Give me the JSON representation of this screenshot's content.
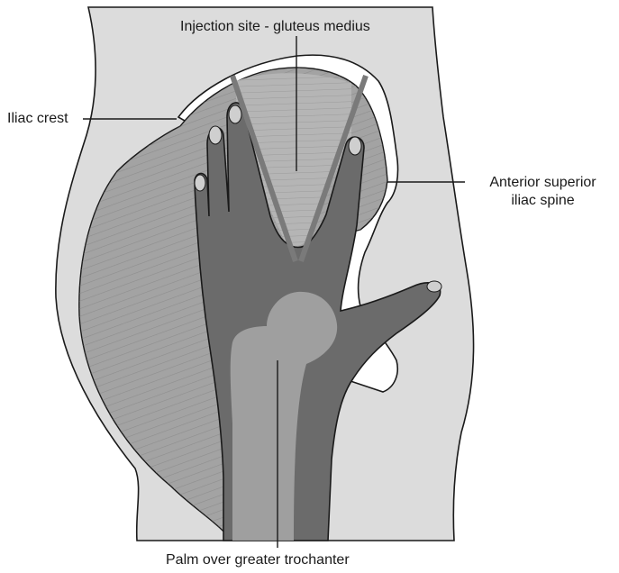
{
  "labels": {
    "injection_site": "Injection site - gluteus medius",
    "iliac_crest": "Iliac crest",
    "asis_line1": "Anterior superior",
    "asis_line2": "iliac spine",
    "palm": "Palm over greater trochanter"
  },
  "colors": {
    "skin_background": "#dcdcdc",
    "muscle": "#9a9a9a",
    "hand": "#6b6b6b",
    "bone_highlight": "#a8a8a8",
    "v_marker": "#7a7a7a",
    "outline": "#1a1a1a"
  }
}
